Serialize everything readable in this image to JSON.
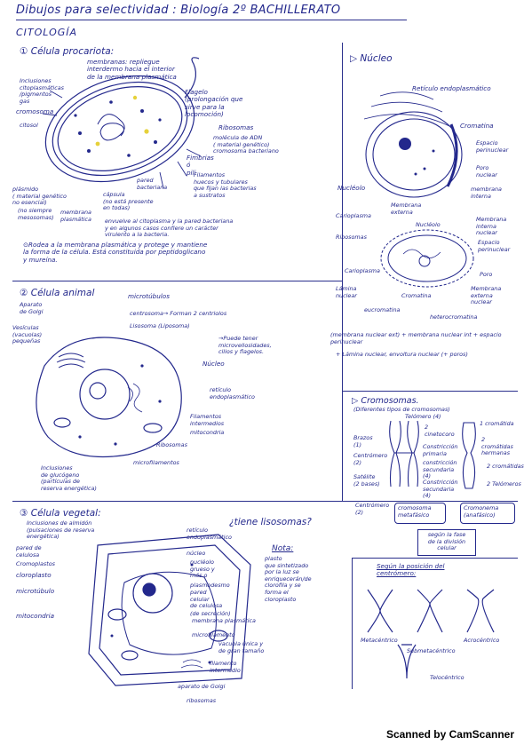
{
  "header": {
    "title": "Dibujos para selectividad : Biología 2º BACHILLERATO",
    "subtitle": "CITOLOGÍA"
  },
  "prokaryote": {
    "title": "① Célula procariota:",
    "labels": {
      "membranes": "membranas: repliegue\ninterdermo hacia el interior\nde la membrana plasmática",
      "cytoplasm_granules": "Inclusiones\ncitoplasmáticas\n/pigmentos\ngas",
      "chromosome": "cromosoma",
      "cytosol": "citosol",
      "plasmid": "plásmido\n( material genético\nno esencial)",
      "flagellum": "Flagelo\n(prolongación que\nsirve para la\nlocomoción)",
      "ribosomes": "Ribosomas",
      "dna_molecule": "molécula de ADN\n( material genético)\ncromosoma bacteriano",
      "pili": "Fimbrias\nó\npili",
      "cell_wall": "pared\nbacteriana",
      "capsule": "cápsula\n(no está presente\nen todas)",
      "capsule_desc": "Filamentos\nhuecos y tubulares\nque fijan las bacterias\na sustratos",
      "plasma_membrane": "membrana\nplasmática",
      "mesosome_note": "(no siempre\nmesosomas)",
      "wall_desc": "envuelve al citoplasma y la pared bacteriana\ny en algunos casos confiere un carácter\nvirulento a la bacteria.",
      "note": "⊙Rodea a la membrana plasmática y protege y mantiene\nla forma de la célula. Está constituida por peptidoglicano\ny mureína."
    }
  },
  "nucleus": {
    "title": "▷ Núcleo",
    "labels": {
      "rer": "Retículo endoplasmático",
      "chromatin": "Cromatina",
      "perinuclear_space": "Espacio\nperinuclear",
      "pore": "Poro\nnuclear",
      "inner_membrane": "membrana\ninterna",
      "nucleolus": "Nucléolo",
      "outer_membrane": "Membrana\nexterna",
      "karyoplasm": "Carioplasma",
      "nucleolus2": "Nucléolo",
      "inner_membrane2": "Membrana\ninterna\nnuclear",
      "perinuclear_space2": "Espacio\nperinuclear",
      "ribosomes": "Ribosomas",
      "pore2": "Poro",
      "karyoplasm2": "Carioplasma",
      "nuclear_lamina": "Lámina\nnuclear",
      "chromatin2": "Cromatina",
      "outer_membrane2": "Membrana\nexterna\nnuclear",
      "euchromatin": "eucromatina",
      "heterochromatin": "heterocromatina",
      "formula1": "(membrana nuclear ext) + membrana nuclear int + espacio perinuclear",
      "formula2": "+ Lámina nuclear, envoltura nuclear (+ poros)"
    }
  },
  "animal": {
    "title": "② Célula animal",
    "labels": {
      "golgi": "Aparato\nde Golgi",
      "microtubules": "microtúbulos",
      "centrosome": "centrosoma→ Forman 2 centriolos",
      "lysosome": "Lisosoma  (Liposoma)",
      "vesicles": "Vesículas\n(vacuolas)\npequeñas",
      "nucleus": "Núcleo",
      "cilia_note": "→Puede tener\nmicrovellosidades,\ncilios y flagelos.",
      "ser": "retículo\nendoplasmático",
      "filaments": "Filamentos\nintermedios",
      "mitochondria": "mitocondria",
      "ribosomes": "Ribosomas",
      "microfilaments": "microfilamentos",
      "inclusions": "Inclusiones\nde glucógeno\n(partículas de\nreserva energética)"
    }
  },
  "chromosomes": {
    "title": "▷ Cromosomas.",
    "subtitle": "(Diferentes tipos de cromosomas)",
    "labels": {
      "telomere": "Telómero (4)",
      "arms": "Brazos\n(1)",
      "centromere": "Centrómero\n(2)",
      "satellite": "Satélite\n(2 bases)",
      "chromatid": "1 cromátida",
      "kinetochore": "2\ncinetocoro",
      "primary_const": "Constricción\nprimaria",
      "secondary_const": "constricción\nsecundaria\n(4)",
      "organizer": "Constricción\nsecundaria\n(4)",
      "chromatids": "2 cromátidas",
      "sister": "2\ncromátidas\nhermanas",
      "telomere2": "2 Telómeros",
      "homologous": "cromosoma\nmetafásico",
      "chromonema": "Cromonema\n(anafásico)",
      "phase_note": "según la fase\nde la división\ncelular",
      "centromere2": "Centrómero\n(2)"
    }
  },
  "plant": {
    "title": "③ Célula vegetal:",
    "question": "¿tiene lisosomas?",
    "labels": {
      "starch": "Inclusiones de almidón\n(pulsaciones de reserva\nenergética)",
      "cell_wall": "pared de\ncelulosa",
      "chloroplast_wall": "Cromoplastos",
      "chloroplasts": "cloroplasto",
      "microtubule": "microtúbulo",
      "mitochondria": "mitocondria",
      "rer": "retículo\nendoplasmático",
      "nucleus": "núcleo",
      "nucleolus": "nucléolo\ngrueso y\nmás o",
      "plasmodesmata": "plasmodesmo",
      "cell_wall2": "pared\ncelular\nde celulosa",
      "secretion": "(de secreción)",
      "plasma_membrane": "membrana plasmática",
      "microfilament": "microfilamento",
      "vacuole": "vacuola única y\nde gran tamaño",
      "filament": "filamento\nintermedio",
      "golgi": "aparato de Golgi",
      "ribosomes": "ribosomas",
      "note_title": "Nota:",
      "note": "plasto\nque sintetizado\npor la luz se\nenriquecerán/de\nclorofila y se\nforma el\ncloroplasto"
    }
  },
  "centromere_position": {
    "title": "Según la posición del\ncentrómero:",
    "metacentric": "Metacéntrico",
    "submetacentric": "Submetacéntrico",
    "acrocentric": "Acrocéntrico",
    "telocentric": "Telocéntrico"
  },
  "footer": {
    "scanner": "Scanned by CamScanner"
  }
}
